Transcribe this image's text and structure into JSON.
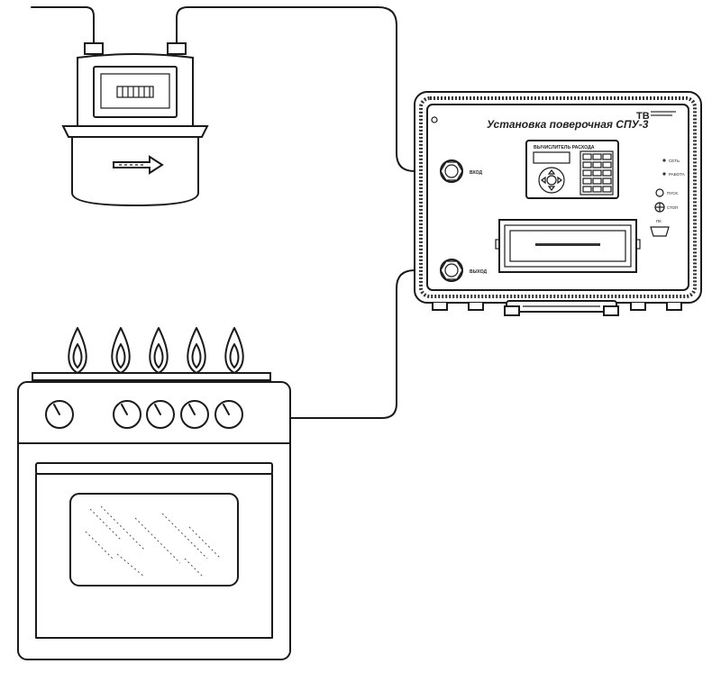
{
  "device": {
    "title": "Установка поверочная СПУ-3",
    "display_label": "ВЫЧИСЛИТЕЛЬ РАСХОДА",
    "port_in_label": "ВХОД",
    "port_out_label": "ВЫХОД",
    "indicator_1_label": "СЕТЬ",
    "indicator_2_label": "РАБОТА",
    "button_1_label": "ПУСК",
    "button_2_label": "СТОП",
    "connector_label": "ПК"
  },
  "colors": {
    "line": "#1a1a1a",
    "background": "#ffffff"
  }
}
